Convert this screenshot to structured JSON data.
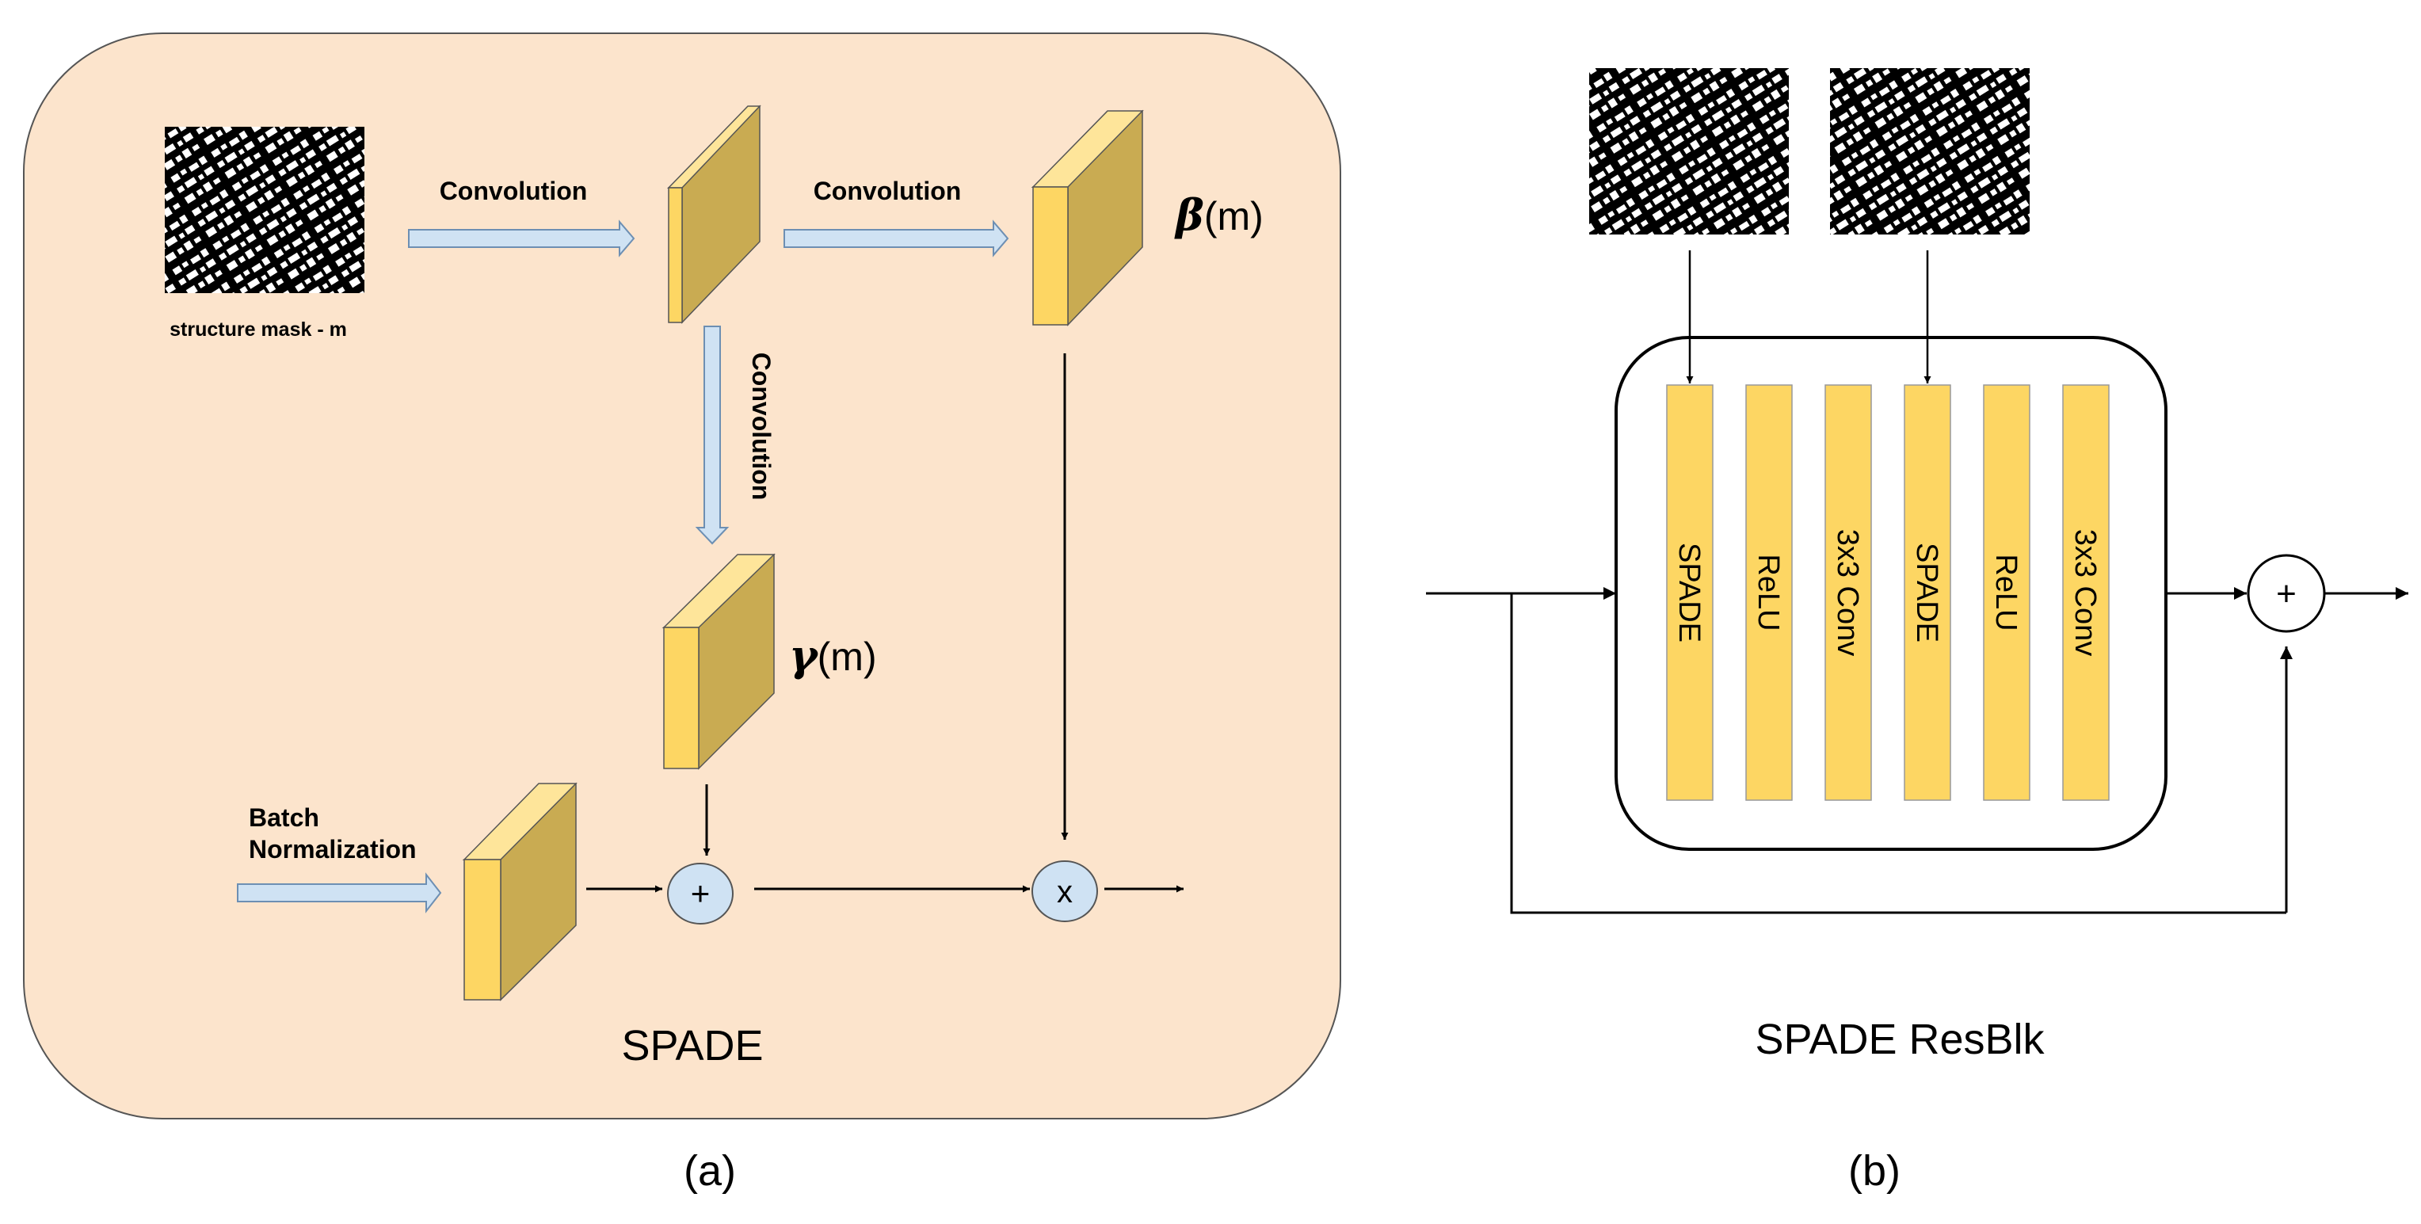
{
  "colors": {
    "panel_bg": "#fce4cc",
    "block_front": "#fdd663",
    "block_side": "#c9ab52",
    "block_top": "#fee59a",
    "arrow_fill": "#cfe2f3",
    "arrow_stroke": "#6d8fb3",
    "op_circle": "#cfe2f3"
  },
  "panel_a": {
    "title": "SPADE",
    "caption": "(a)",
    "mask_label": "structure mask - m",
    "conv_label_1": "Convolution",
    "conv_label_2": "Convolution",
    "conv_label_3": "Convolution",
    "batch_norm_label_line1": "Batch",
    "batch_norm_label_line2": "Normalization",
    "beta_symbol": "β",
    "beta_arg": "(m)",
    "gamma_symbol": "γ",
    "gamma_arg": "(m)",
    "add_op": "+",
    "mul_op": "x"
  },
  "panel_b": {
    "title": "SPADE ResBlk",
    "caption": "(b)",
    "layers": [
      "SPADE",
      "ReLU",
      "3x3 Conv",
      "SPADE",
      "ReLU",
      "3x3 Conv"
    ],
    "add_op": "+"
  }
}
